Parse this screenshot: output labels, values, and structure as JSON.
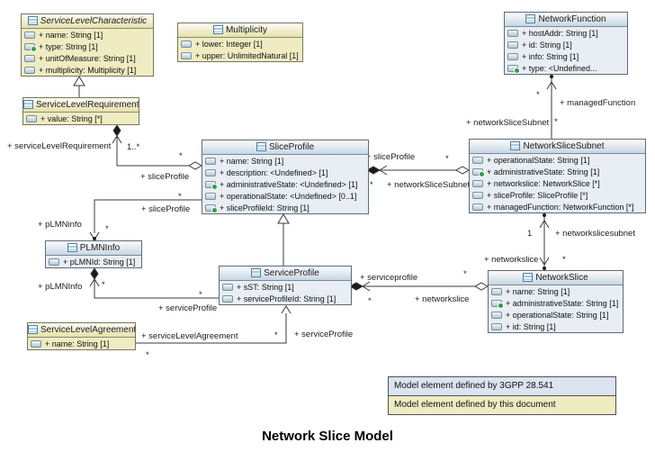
{
  "caption": "Network Slice Model",
  "colors": {
    "gpp_element": "#dbe4f0",
    "document_element": "#efecc2"
  },
  "classes": [
    {
      "name": "ServiceLevelCharacteristic",
      "theme": "yellow",
      "abstract": true,
      "attrs": [
        {
          "icon": "plain",
          "text": "+ name: String [1]"
        },
        {
          "icon": "plus",
          "text": "+ type: String [1]"
        },
        {
          "icon": "plain",
          "text": "+ unitOfMeasure: String [1]"
        },
        {
          "icon": "plain",
          "text": "+ multiplicity: Multiplicity [1]"
        }
      ]
    },
    {
      "name": "Multiplicity",
      "theme": "yellow",
      "attrs": [
        {
          "icon": "plain",
          "text": "+ lower: Integer [1]"
        },
        {
          "icon": "plain",
          "text": "+ upper: UnlimitedNatural [1]"
        }
      ]
    },
    {
      "name": "NetworkFunction",
      "theme": "blue",
      "attrs": [
        {
          "icon": "plain",
          "text": "+ hostAddr: String [1]"
        },
        {
          "icon": "plain",
          "text": "+ id: String [1]"
        },
        {
          "icon": "plain",
          "text": "+ info: String [1]"
        },
        {
          "icon": "plus",
          "text": "+ type: <Undefined..."
        }
      ]
    },
    {
      "name": "ServiceLevelRequirement",
      "theme": "yellow",
      "attrs": [
        {
          "icon": "plain",
          "text": "+ value: String [*]"
        }
      ]
    },
    {
      "name": "SliceProfile",
      "theme": "blue",
      "attrs": [
        {
          "icon": "plain",
          "text": "+ name: String [1]"
        },
        {
          "icon": "plain",
          "text": "+ description: <Undefined> [1]"
        },
        {
          "icon": "plus",
          "text": "+ administrativeState: <Undefined> [1]"
        },
        {
          "icon": "plain",
          "text": "+ operationalState: <Undefined> [0..1]"
        },
        {
          "icon": "plus",
          "text": "+ sliceProfileId: String [1]"
        }
      ]
    },
    {
      "name": "NetworkSliceSubnet",
      "theme": "blue",
      "attrs": [
        {
          "icon": "plain",
          "text": "+ operationalState: String [1]"
        },
        {
          "icon": "plus",
          "text": "+ administrativeState: String [1]"
        },
        {
          "icon": "plain",
          "text": "+ networkslice: NetworkSlice [*]"
        },
        {
          "icon": "plain",
          "text": "+ sliceProfile: SliceProfile [*]"
        },
        {
          "icon": "plain",
          "text": "+ managedFunction: NetworkFunction [*]"
        }
      ]
    },
    {
      "name": "PLMNInfo",
      "theme": "blue",
      "attrs": [
        {
          "icon": "plain",
          "text": "+ pLMNId: String [1]"
        }
      ]
    },
    {
      "name": "ServiceProfile",
      "theme": "blue",
      "attrs": [
        {
          "icon": "plain",
          "text": "+ sST: String [1]"
        },
        {
          "icon": "plain",
          "text": "+ serviceProfileId: String [1]"
        }
      ]
    },
    {
      "name": "NetworkSlice",
      "theme": "blue",
      "attrs": [
        {
          "icon": "plain",
          "text": "+ name: String [1]"
        },
        {
          "icon": "plus",
          "text": "+ administrativeState: String [1]"
        },
        {
          "icon": "plain",
          "text": "+ operationalState: String [1]"
        },
        {
          "icon": "plain",
          "text": "+ id: String [1]"
        }
      ]
    },
    {
      "name": "ServiceLevelAgreement",
      "theme": "yellow",
      "attrs": [
        {
          "icon": "plain",
          "text": "+ name: String [1]"
        }
      ]
    }
  ],
  "edges": {
    "slr_sliceprofile": {
      "role_a": "+ serviceLevelRequirement",
      "mult_a": "1..*",
      "mult_b": "*",
      "role_b": "+ sliceProfile"
    },
    "sliceprofile_plmninfo": {
      "role_a": "+ sliceProfile",
      "mult_a": "*",
      "role_b": "+ pLMNinfo",
      "mult_b": "*"
    },
    "plmninfo_serviceprofile": {
      "role_a": "+ pLMNInfo",
      "mult_a": "*",
      "role_b": "+ serviceProfile",
      "mult_b": "*"
    },
    "sla_serviceprofile": {
      "role_a": "+ serviceLevelAgreement",
      "mult_a": "*",
      "mult_b": "*",
      "role_b": "+ serviceProfile"
    },
    "serviceprofile_networkslice": {
      "role_a": "+ serviceprofile",
      "mult_a": "*",
      "role_b": "+ networkslice",
      "mult_b": "*"
    },
    "networkslice_nss": {
      "mult_a": "1",
      "role_a": "+ networkslicesubnet",
      "role_b": "+ networkslice",
      "mult_b": "*"
    },
    "sliceprofile_nss": {
      "role_a": "+ sliceProfile",
      "mult_a": "*",
      "mult_b": "*",
      "role_b": "+ networkSliceSubnet"
    },
    "nf_nss": {
      "mult_a": "*",
      "role_a": "+ managedFunction",
      "role_b": "+ networkSliceSubnet",
      "mult_b": "*"
    }
  },
  "legend": [
    {
      "text": "Model element defined by 3GPP 28.541",
      "color": "#dbe4f0"
    },
    {
      "text": "Model element defined by this document",
      "color": "#efecc2"
    }
  ]
}
